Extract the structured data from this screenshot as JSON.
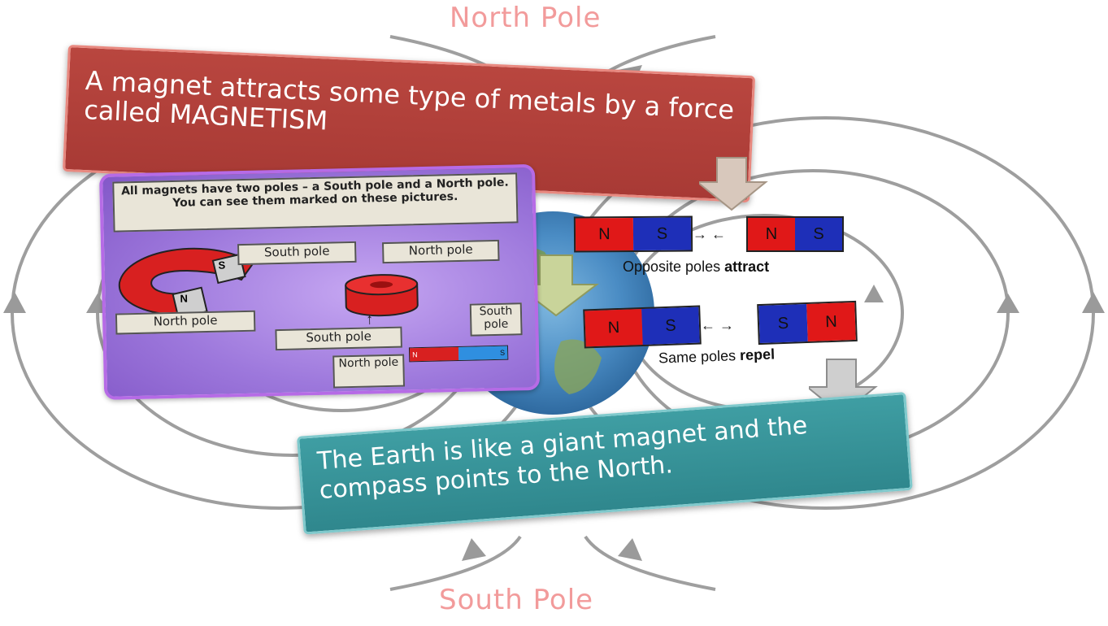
{
  "background": {
    "north_label": "North Pole",
    "south_label": "South Pole"
  },
  "callouts": {
    "magnetism": "A magnet attracts some type of metals by a force called MAGNETISM",
    "earth": "The Earth is like a giant magnet and the compass points to the North."
  },
  "poles_card": {
    "intro": "All magnets have two poles – a South pole and a North pole. You can see them marked on these pictures.",
    "labels": {
      "horseshoe_south": "South pole",
      "horseshoe_north": "North pole",
      "ring_north": "North pole",
      "ring_south": "South pole",
      "bar_south": "South pole",
      "bar_north": "North pole"
    },
    "letters": {
      "n": "N",
      "s": "S"
    }
  },
  "bar_diagram": {
    "attract": {
      "left": [
        "N",
        "S"
      ],
      "right": [
        "N",
        "S"
      ],
      "caption_plain": "Opposite poles ",
      "caption_bold": "attract"
    },
    "repel": {
      "left": [
        "N",
        "S"
      ],
      "right": [
        "S",
        "N"
      ],
      "caption_plain": "Same poles ",
      "caption_bold": "repel"
    }
  },
  "colors": {
    "red_callout": "#b9463f",
    "teal_callout": "#3f9ea3",
    "purple_card": "#9d78dc",
    "magnet_red": "#e01818",
    "magnet_blue": "#1e2fb8"
  }
}
